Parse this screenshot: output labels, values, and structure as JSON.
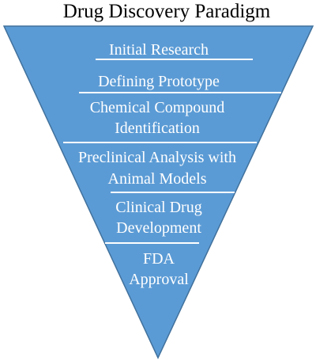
{
  "title": "Drug Discovery Paradigm",
  "colors": {
    "funnel_fill": "#5b9bd5",
    "funnel_stroke": "#41719c",
    "divider": "#ffffff",
    "stage_text": "#ffffff",
    "title_text": "#000000"
  },
  "stages": [
    {
      "line1": "Initial Research",
      "line2": ""
    },
    {
      "line1": "Defining Prototype",
      "line2": ""
    },
    {
      "line1": "Chemical Compound",
      "line2": "Identification"
    },
    {
      "line1": "Preclinical Analysis with",
      "line2": "Animal Models"
    },
    {
      "line1": "Clinical Drug",
      "line2": "Development"
    },
    {
      "line1": "FDA",
      "line2": "Approval"
    }
  ]
}
